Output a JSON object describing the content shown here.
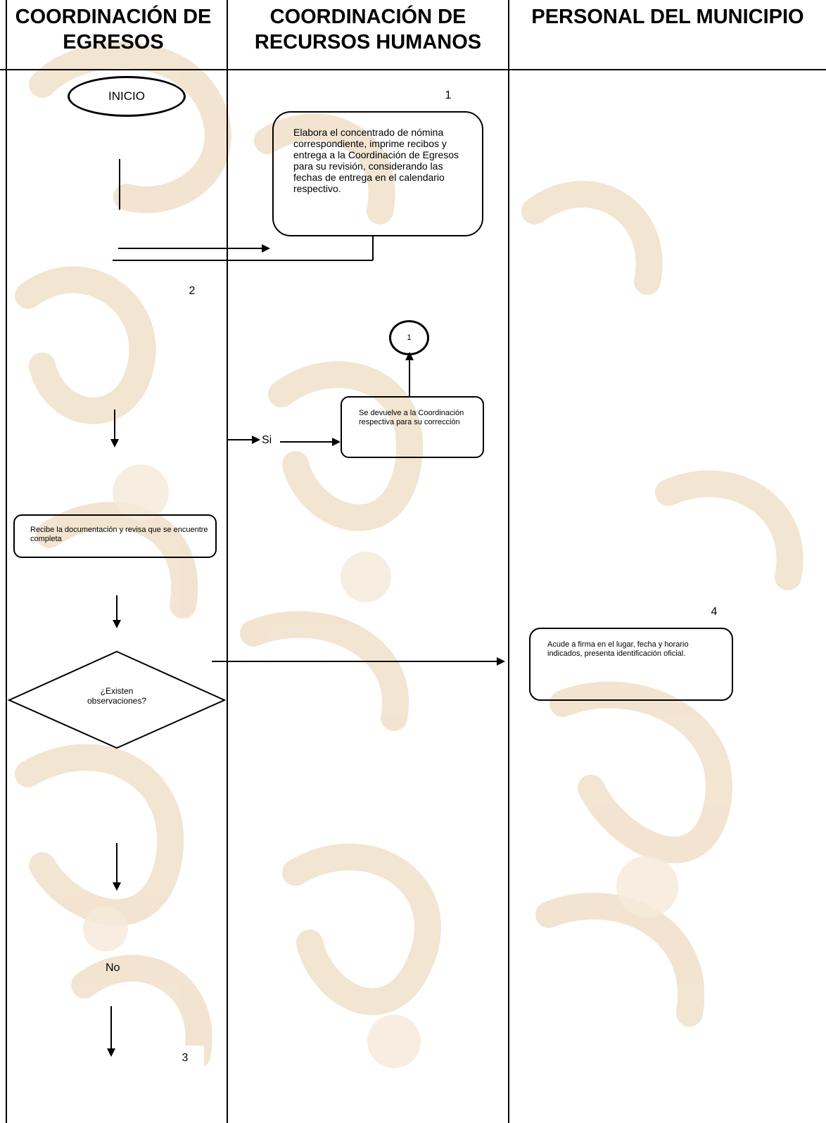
{
  "lanes": [
    {
      "title_line1": "COORDINACIÓN DE",
      "title_line2": "EGRESOS"
    },
    {
      "title_line1": "COORDINACIÓN DE",
      "title_line2": "RECURSOS HUMANOS"
    },
    {
      "title_line1": "PERSONAL DEL MUNICIPIO",
      "title_line2": ""
    }
  ],
  "nodes": {
    "start": "INICIO",
    "step1_number": "1",
    "step1_text": "Elabora el concentrado de nómina correspondiente, imprime recibos y entrega a la Coordinación de Egresos para su revisión, considerando las fechas de entrega en el calendario respectivo.",
    "step2_number": "2",
    "connector_1": "1",
    "return_text": "Se devuelve a la Coordinación respectiva para su corrección",
    "label_si": "Si",
    "review_text": "Recibe la documentación y revisa que se encuentre completa",
    "decision_text": "¿Existen observaciones?",
    "step4_number": "4",
    "step4_text": "Acude a firma en el lugar, fecha y horario indicados, presenta identificación oficial.",
    "label_no": "No",
    "step3_number": "3"
  },
  "colors": {
    "line": "#000000",
    "watermark": "#f3e6d4"
  }
}
